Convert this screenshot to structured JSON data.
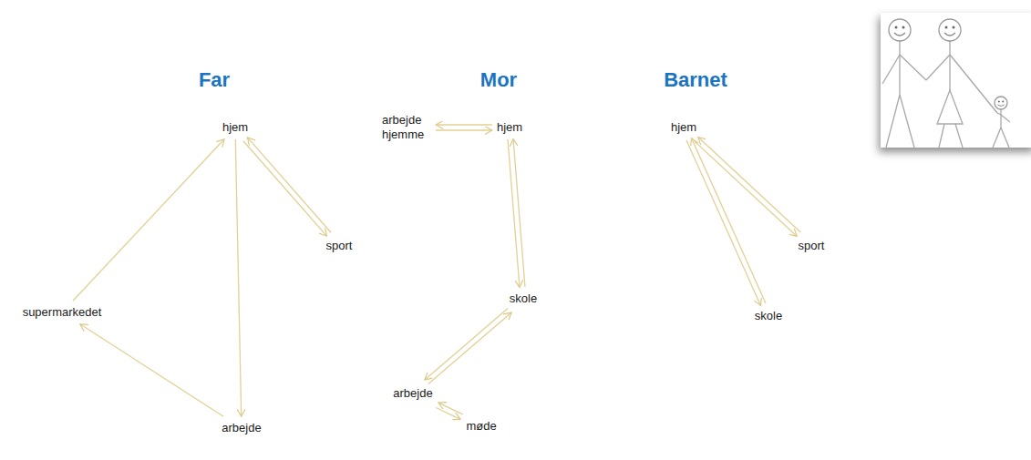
{
  "diagram": {
    "nodes": [
      {
        "text": [
          "hjem"
        ]
      },
      {
        "text": [
          "sport"
        ]
      },
      {
        "text": [
          "supermarkedet"
        ]
      },
      {
        "text": [
          "arbejde"
        ]
      },
      {
        "text": [
          "arbejde hjemme"
        ]
      },
      {
        "text": [
          "hjem"
        ]
      },
      {
        "text": [
          "skole"
        ]
      },
      {
        "text": [
          "arbejde"
        ]
      },
      {
        "text": [
          "møde"
        ]
      },
      {
        "text": [
          "hjem"
        ]
      },
      {
        "text": [
          "sport"
        ]
      },
      {
        "text": [
          "skole"
        ]
      }
    ],
    "edges": [
      {
        "from": 0,
        "to": 1,
        "arrow": "to"
      },
      {
        "from": 1,
        "to": 0,
        "arrow": "to"
      },
      {
        "from": 0,
        "to": 3,
        "arrow": "to"
      },
      {
        "from": 3,
        "to": 2,
        "arrow": "to"
      },
      {
        "from": 2,
        "to": 0,
        "arrow": "to"
      },
      {
        "from": 4,
        "to": 5,
        "arrow": "to"
      },
      {
        "from": 5,
        "to": 4,
        "arrow": "to"
      },
      {
        "from": 5,
        "to": 6,
        "arrow": "to"
      },
      {
        "from": 6,
        "to": 5,
        "arrow": "to"
      },
      {
        "from": 6,
        "to": 7,
        "arrow": "to"
      },
      {
        "from": 7,
        "to": 6,
        "arrow": "to"
      },
      {
        "from": 7,
        "to": 8,
        "arrow": "to"
      },
      {
        "from": 8,
        "to": 7,
        "arrow": "to"
      },
      {
        "from": 9,
        "to": 10,
        "arrow": "to"
      },
      {
        "from": 10,
        "to": 9,
        "arrow": "to"
      },
      {
        "from": 9,
        "to": 11,
        "arrow": "to"
      },
      {
        "from": 11,
        "to": 9,
        "arrow": "to"
      }
    ],
    "labels": [
      "Far",
      "Mor",
      "Barnet"
    ]
  }
}
